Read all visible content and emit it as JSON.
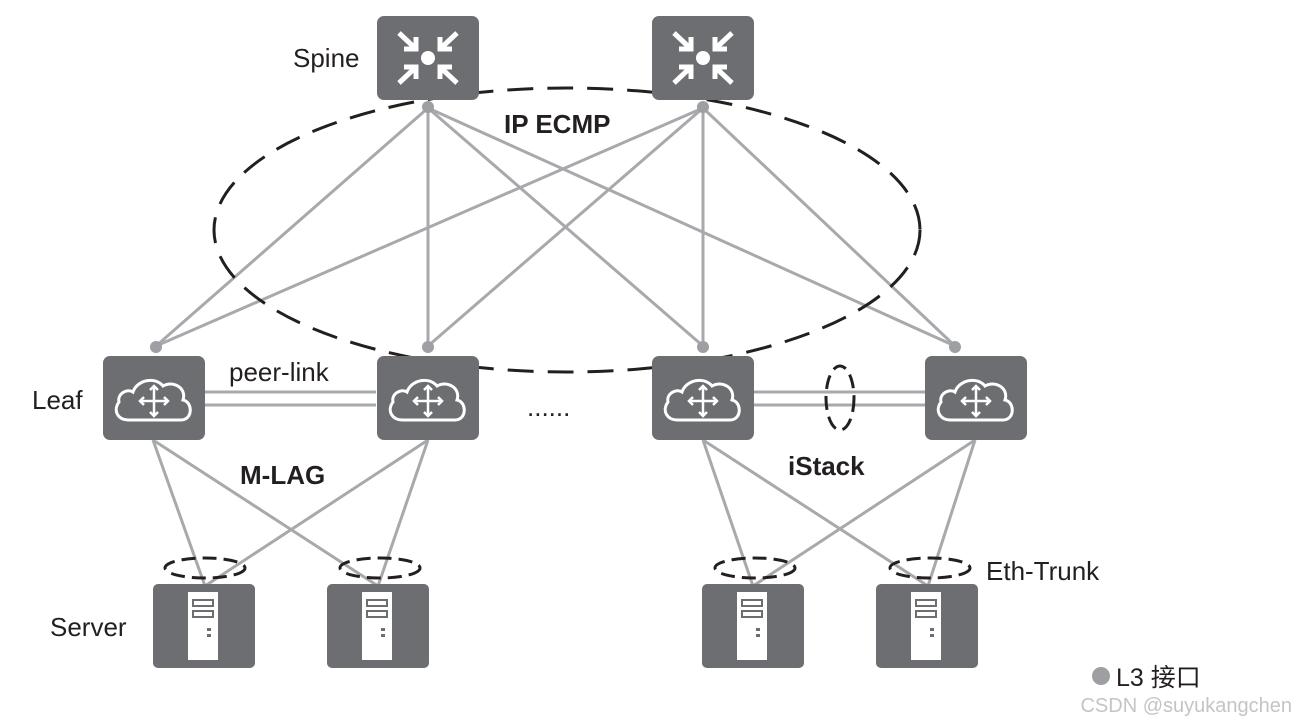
{
  "labels": {
    "spine": "Spine",
    "leaf": "Leaf",
    "server": "Server",
    "ip_ecmp": "IP ECMP",
    "peer_link": "peer-link",
    "m_lag": "M-LAG",
    "istack": "iStack",
    "eth_trunk": "Eth-Trunk",
    "ellipsis": "......"
  },
  "legend": {
    "marker": "gray dot",
    "label": "L3 接口"
  },
  "watermark": "CSDN @suyukangchen",
  "colors": {
    "device": "#6d6e71",
    "link": "#a7a9ac",
    "dot": "#9d9fa2",
    "text": "#231f20",
    "dashed": "#231f20"
  },
  "devices": {
    "spines": [
      "spine-1",
      "spine-2"
    ],
    "leaves": [
      "leaf-1",
      "leaf-2",
      "leaf-3",
      "leaf-4"
    ],
    "servers": [
      "server-1",
      "server-2",
      "server-3",
      "server-4"
    ]
  }
}
